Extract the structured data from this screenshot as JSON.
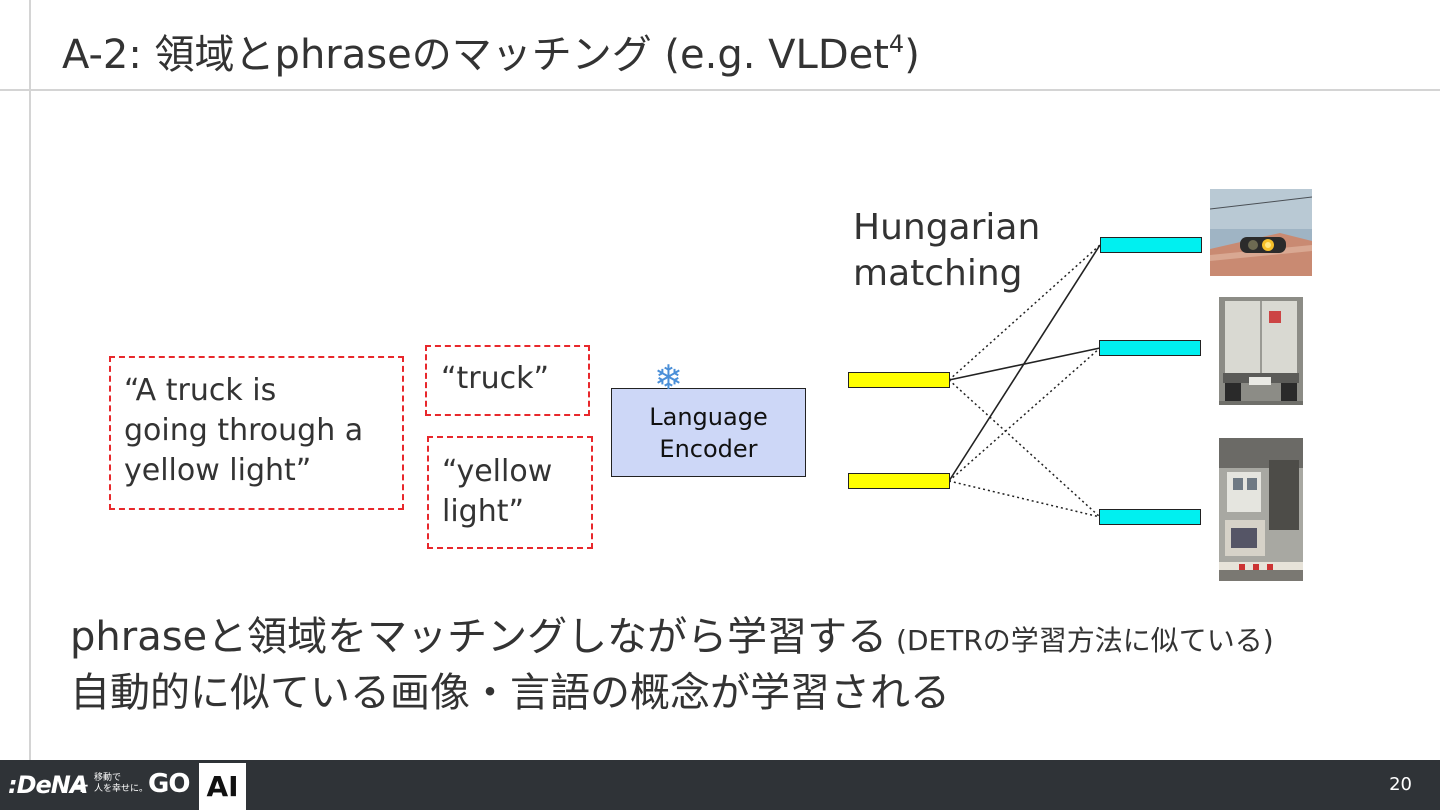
{
  "slide": {
    "title_main": "A-2: 領域とphraseのマッチング (e.g. VLDet",
    "title_sup": "4",
    "title_close": ")"
  },
  "diagram": {
    "sentence": "“A truck is\ngoing through a\nyellow light”",
    "phrase1": "“truck”",
    "phrase2": "“yellow\nlight”",
    "encoder_label": "Language\nEncoder",
    "frozen_icon": "snowflake-icon",
    "frozen_glyph": "❄",
    "matching_label": "Hungarian\nmatching",
    "phrase_embedding_color": "#ffff00",
    "region_embedding_color": "#00f0f0",
    "region_images": [
      "traffic-light-crop",
      "truck-rear-crop",
      "building-crop"
    ]
  },
  "bullets": {
    "line1_main": "phraseと領域をマッチングしながら学習する",
    "line1_note": " (DETRの学習方法に似ている)",
    "line2": "自動的に似ている画像・言語の概念が学習される"
  },
  "footer": {
    "logo_dena": ":DeNA",
    "plus": "+",
    "slogan": "移動で\n人を幸せに。",
    "logo_go": "GO",
    "ai_badge": "AI",
    "page_number": "20"
  }
}
